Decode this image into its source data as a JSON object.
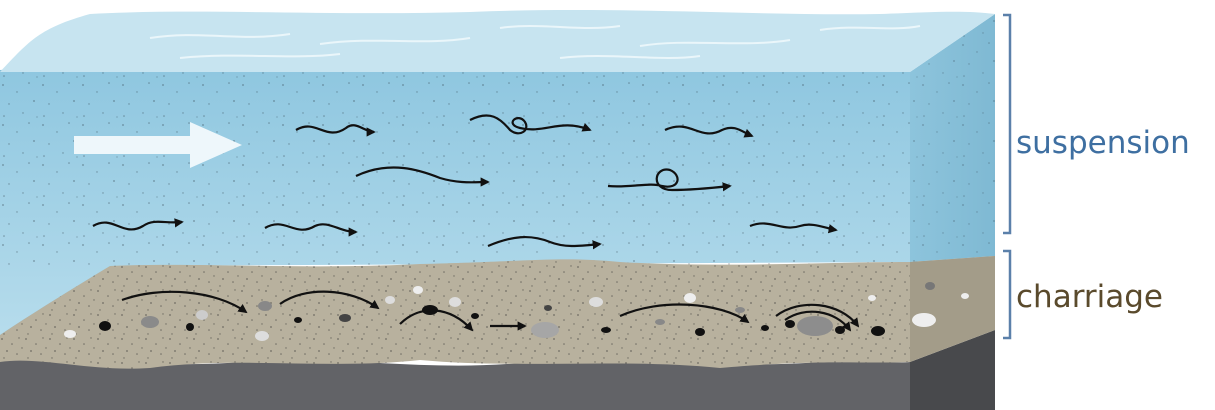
{
  "labels": {
    "suspension": "suspension",
    "charriage": "charriage"
  },
  "colors": {
    "water_front": "#a6d1e6",
    "water_top": "#c5e2ef",
    "water_side": "#8cc3db",
    "sediment": "#b7b09d",
    "bed_dark": "#5f6063",
    "flow_arrow": "#eef7fb",
    "particle_path": "#111111",
    "bracket": "#5b80aa",
    "suspension_text": "#3e6fa1",
    "charriage_text": "#5a4a2c"
  },
  "icons": [
    "flow-direction-arrow",
    "particle-trajectory-arrow",
    "bracket"
  ]
}
